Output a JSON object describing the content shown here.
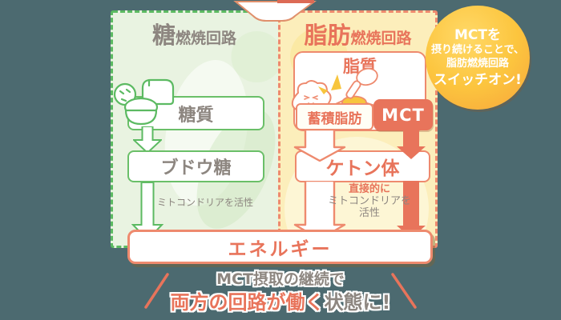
{
  "panels": {
    "sugar": {
      "title_accent": "糖",
      "title_rest": "燃焼回路",
      "box_sugar": "糖質",
      "box_glucose": "ブドウ糖",
      "note": "ミトコンドリアを活性"
    },
    "fat": {
      "title_accent": "脂肪",
      "title_rest": "燃焼回路",
      "lipid_label": "脂質",
      "stored_fat_label": "蓄積脂肪",
      "mct_label": "MCT",
      "ketone_label": "ケトン体",
      "note_accent": "直接的に",
      "note_line1": "ミトコンドリアを",
      "note_line2": "活性"
    }
  },
  "energy_label": "エネルギー",
  "bubble": {
    "line1": "MCTを",
    "line2": "摂り続けることで、",
    "line3": "脂肪燃焼回路",
    "line4": "スイッチオン!"
  },
  "footer": {
    "line1": "MCT摂取の継続で",
    "line2_accent": "両方の回路が働く",
    "line2_rest": "状態に!"
  },
  "colors": {
    "background": "#4c6a70",
    "green": "#5cba62",
    "panel_green_bg": "#e9f3e1",
    "salmon": "#e8745b",
    "salmon_border": "#ee8a6e",
    "panel_yellow_bg": "#fceebb",
    "accent_yellow": "#f7c53d",
    "gray_text": "#8d8680",
    "bubble_gradient_start": "#ffd968",
    "bubble_gradient_end": "#f7a43c"
  }
}
